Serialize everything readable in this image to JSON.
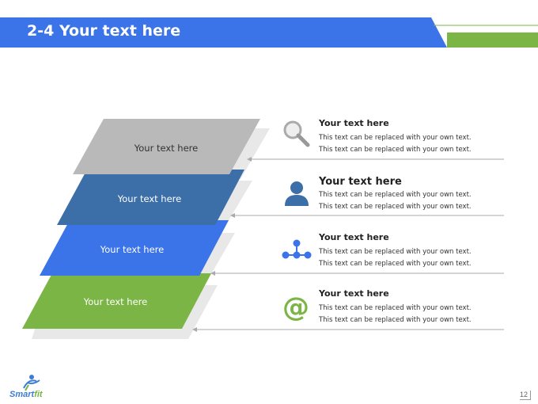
{
  "header": {
    "title": "2-4 Your text here",
    "color_blue": "#3b73e8",
    "color_green": "#7bb545"
  },
  "layers": [
    {
      "label": "Your text here",
      "color": "#b9b9b9",
      "text_color": "#333333"
    },
    {
      "label": "Your text here",
      "color": "#3c6ea8",
      "text_color": "#ffffff"
    },
    {
      "label": "Your text here",
      "color": "#3b73e8",
      "text_color": "#ffffff"
    },
    {
      "label": "Your text here",
      "color": "#7bb545",
      "text_color": "#ffffff"
    }
  ],
  "items": [
    {
      "icon": "magnifier-icon",
      "heading": "Your text here",
      "lines": [
        "This text can be replaced with your own text.",
        "This text can be replaced with your own text."
      ]
    },
    {
      "icon": "person-icon",
      "heading": "Your text here",
      "lines": [
        "This text can be replaced with your own text.",
        "This text can be replaced with your own text."
      ]
    },
    {
      "icon": "network-icon",
      "heading": "Your text here",
      "lines": [
        "This text can be replaced with your own text.",
        "This text can be replaced with your own text."
      ]
    },
    {
      "icon": "at-sign-icon",
      "heading": "Your text here",
      "lines": [
        "This text can be replaced with your own text.",
        "This text can be replaced with your own text."
      ]
    }
  ],
  "logo": {
    "text_a": "Smart",
    "text_b": "fit"
  },
  "page_number": "12"
}
